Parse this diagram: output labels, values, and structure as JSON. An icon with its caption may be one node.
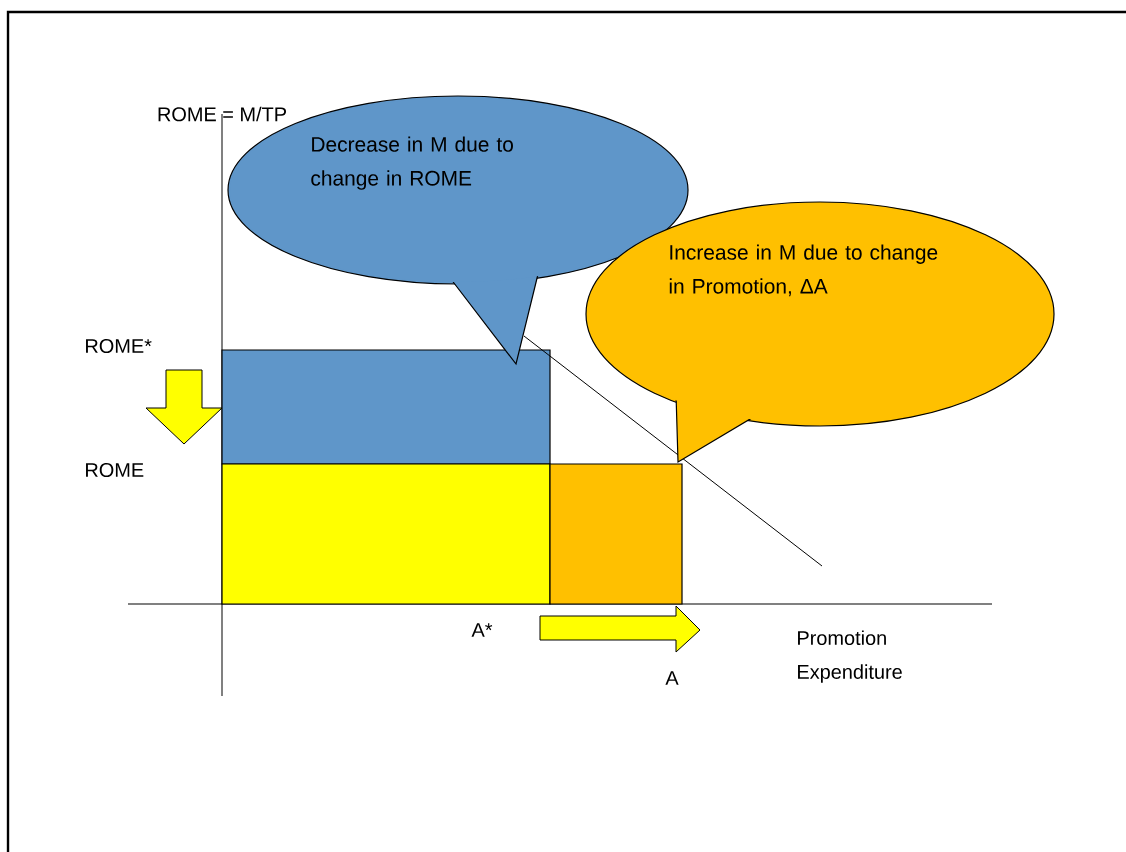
{
  "diagram": {
    "nodes": [
      {
        "text": [
          "Decrease in M due to change in ROME"
        ]
      },
      {
        "text": [
          "Increase in M due to change in Promotion, ΔA"
        ]
      }
    ],
    "labels": [
      "ROME = M/TP",
      "ROME*",
      "ROME",
      "A*",
      "A",
      "Promotion Expenditure"
    ]
  }
}
